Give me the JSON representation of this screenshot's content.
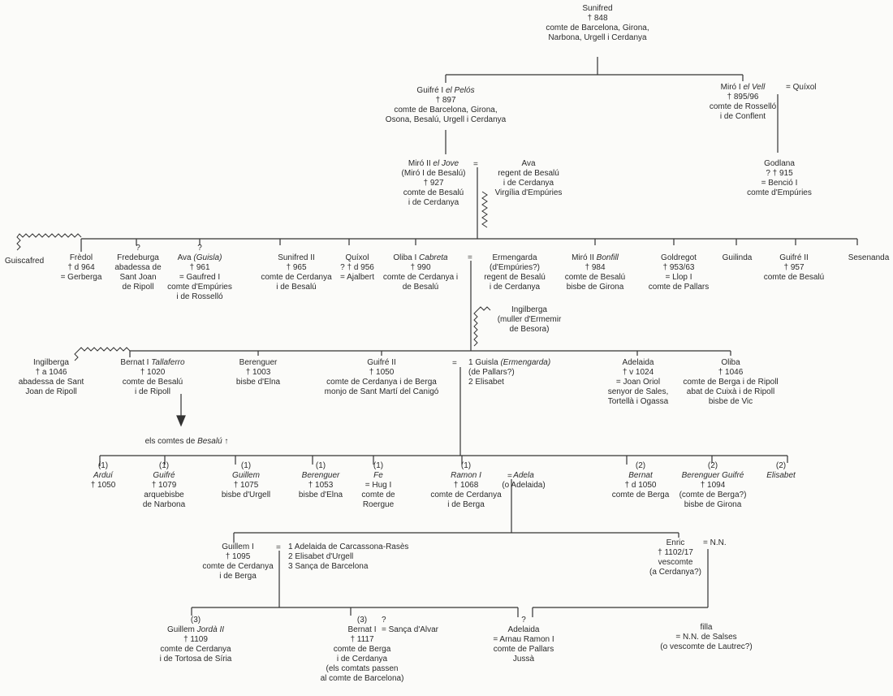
{
  "title": "Genealogy of the counts of Barcelona, Cerdanya and Besalú",
  "nodes": [
    {
      "id": "sunifred",
      "lines": [
        "Sunifred",
        "† 848",
        "comte de Barcelona, Girona,",
        "Narbona, Urgell i Cerdanya"
      ]
    },
    {
      "id": "guifre1",
      "lines": [
        [
          "Guifré I ",
          {
            "i": "el Pelós"
          }
        ],
        "† 897",
        "comte de Barcelona, Girona,",
        "Osona, Besalú, Urgell i Cerdanya"
      ]
    },
    {
      "id": "miro_vell",
      "lines": [
        [
          "Miró I ",
          {
            "i": "el Vell"
          }
        ],
        "† 895/96",
        "comte de Rosselló",
        "i de Conflent"
      ]
    },
    {
      "id": "quixol_spouse",
      "lines": [
        "= Quíxol"
      ]
    },
    {
      "id": "godlana",
      "lines": [
        "Godlana",
        "? † 915",
        "= Benció I",
        "comte d'Empúries"
      ]
    },
    {
      "id": "miro2",
      "lines": [
        [
          "Miró II ",
          {
            "i": "el Jove"
          }
        ],
        "(Miró I de Besalú)",
        "† 927",
        "comte de Besalú",
        "i de Cerdanya"
      ]
    },
    {
      "id": "ava_regent",
      "lines": [
        "Ava",
        "regent de Besalú",
        "i de Cerdanya",
        "Virgília d'Empúries"
      ]
    },
    {
      "id": "guiscafred",
      "lines": [
        "Guiscafred"
      ]
    },
    {
      "id": "fredol",
      "lines": [
        "Frèdol",
        "† d 964",
        "= Gerberga"
      ]
    },
    {
      "id": "fredeburga",
      "lines": [
        "?",
        "Fredeburga",
        "abadessa de",
        "Sant Joan",
        "de Ripoll"
      ]
    },
    {
      "id": "ava_guisla",
      "lines": [
        "?",
        [
          "Ava ",
          {
            "i": "(Guisla)"
          }
        ],
        "† 961",
        "= Gaufred I",
        "comte d'Empúries",
        "i de Rosselló"
      ]
    },
    {
      "id": "sunifred2",
      "lines": [
        "Sunifred II",
        "† 965",
        "comte de Cerdanya",
        "i de Besalú"
      ]
    },
    {
      "id": "quixol",
      "lines": [
        "Quíxol",
        "? † d 956",
        "= Ajalbert"
      ]
    },
    {
      "id": "oliba1",
      "lines": [
        [
          "Oliba I ",
          {
            "i": "Cabreta"
          }
        ],
        "† 990",
        "comte de Cerdanya i",
        "de Besalú"
      ]
    },
    {
      "id": "ermengarda",
      "lines": [
        "Ermengarda",
        "(d'Empúries?)",
        "regent de Besalú",
        "i de Cerdanya"
      ]
    },
    {
      "id": "ingilberga_besora",
      "lines": [
        "Ingilberga",
        "(muller d'Ermemir",
        "de Besora)"
      ]
    },
    {
      "id": "miro_bonfill",
      "lines": [
        [
          "Miró II ",
          {
            "i": "Bonfill"
          }
        ],
        "† 984",
        "comte de Besalú",
        "bisbe de Girona"
      ]
    },
    {
      "id": "goldregot",
      "lines": [
        "Goldregot",
        "† 953/63",
        "= Llop I",
        "comte de Pallars"
      ]
    },
    {
      "id": "guilinda",
      "lines": [
        "Guilinda"
      ]
    },
    {
      "id": "guifre2_besalu",
      "lines": [
        "Guifré II",
        "† 957",
        "comte de Besalú"
      ]
    },
    {
      "id": "sesenanda",
      "lines": [
        "Sesenanda"
      ]
    },
    {
      "id": "ingilberga",
      "lines": [
        "Ingilberga",
        "† a 1046",
        "abadessa de Sant",
        "Joan de Ripoll"
      ]
    },
    {
      "id": "bernat_tallaferro",
      "lines": [
        [
          "Bernat I ",
          {
            "i": "Tallaferro"
          }
        ],
        "† 1020",
        "comte de Besalú",
        "i de Ripoll"
      ]
    },
    {
      "id": "berenguer_elna",
      "lines": [
        "Berenguer",
        "† 1003",
        "bisbe d'Elna"
      ]
    },
    {
      "id": "guifre2_cerdanya",
      "lines": [
        "Guifré II",
        "† 1050",
        "comte de Cerdanya i de Berga",
        "monjo de Sant Martí del Canigó"
      ]
    },
    {
      "id": "guisla",
      "lines": [
        [
          "1 Guisla ",
          {
            "i": "(Ermengarda)"
          }
        ],
        "   (de Pallars?)",
        "2 Elisabet"
      ]
    },
    {
      "id": "adelaida_1024",
      "lines": [
        "Adelaida",
        "† v 1024",
        "= Joan Oriol",
        "senyor de Sales,",
        "Tortellà i Ogassa"
      ]
    },
    {
      "id": "oliba_abat",
      "lines": [
        "Oliba",
        "† 1046",
        "comte de Berga i de Ripoll",
        "abat de Cuixà i de Ripoll",
        "bisbe de Vic"
      ]
    },
    {
      "id": "comtes_besalu",
      "lines": [
        [
          "els comtes de ",
          {
            "i": "Besalú"
          },
          " ↑"
        ]
      ]
    },
    {
      "id": "ardui",
      "lines": [
        "(1)",
        [
          {
            "i": "Arduí"
          }
        ],
        "† 1050"
      ]
    },
    {
      "id": "guifre_narbona",
      "lines": [
        "(1)",
        [
          {
            "i": "Guifré"
          }
        ],
        "† 1079",
        "arquebisbe",
        "de Narbona"
      ]
    },
    {
      "id": "guillem_urgell",
      "lines": [
        "(1)",
        [
          {
            "i": "Guillem"
          }
        ],
        "† 1075",
        "bisbe d'Urgell"
      ]
    },
    {
      "id": "berenguer_1053",
      "lines": [
        "(1)",
        [
          {
            "i": "Berenguer"
          }
        ],
        "† 1053",
        "bisbe d'Elna"
      ]
    },
    {
      "id": "fe",
      "lines": [
        "(1)",
        [
          {
            "i": "Fe"
          }
        ],
        "= Hug I",
        "comte de",
        "Roergue"
      ]
    },
    {
      "id": "ramon1",
      "lines": [
        "(1)",
        [
          {
            "i": "Ramon I"
          }
        ],
        "† 1068",
        "comte de Cerdanya",
        "i de Berga"
      ]
    },
    {
      "id": "adela",
      "lines": [
        [
          {
            "i": "Adela"
          }
        ],
        "(o Adelaida)"
      ]
    },
    {
      "id": "bernat_berga",
      "lines": [
        "(2)",
        [
          {
            "i": "Bernat"
          }
        ],
        "† d 1050",
        "comte de Berga"
      ]
    },
    {
      "id": "berenguer_guifre",
      "lines": [
        "(2)",
        [
          {
            "i": "Berenguer Guifré"
          }
        ],
        "† 1094",
        "(comte de Berga?)",
        "bisbe de Girona"
      ]
    },
    {
      "id": "elisabet",
      "lines": [
        "(2)",
        [
          {
            "i": "Elisabet"
          }
        ]
      ]
    },
    {
      "id": "guillem1",
      "lines": [
        "Guillem I",
        "† 1095",
        "comte de Cerdanya",
        "i de Berga"
      ]
    },
    {
      "id": "guillem1_spouses",
      "lines": [
        "1 Adelaida de Carcassona-Rasès",
        "2 Elisabet d'Urgell",
        "3 Sança de Barcelona"
      ]
    },
    {
      "id": "enric",
      "lines": [
        "Enric",
        "† 1102/17",
        "vescomte",
        "(a Cerdanya?)"
      ]
    },
    {
      "id": "nn",
      "lines": [
        "= N.N."
      ]
    },
    {
      "id": "guillem_jorda",
      "lines": [
        "(3)",
        [
          "Guillem ",
          {
            "i": "Jordà II"
          }
        ],
        "† 1109",
        "comte de Cerdanya",
        "i de Tortosa de Síria"
      ]
    },
    {
      "id": "bernat1_berga",
      "lines": [
        "(3)",
        "Bernat I",
        "† 1117",
        "comte de Berga",
        "i de Cerdanya",
        "(els comtats passen",
        "al comte de Barcelona)"
      ]
    },
    {
      "id": "sanca_alvar",
      "lines": [
        "?",
        "= Sança d'Alvar"
      ]
    },
    {
      "id": "adelaida_pallars",
      "lines": [
        "?",
        "Adelaida",
        "= Arnau Ramon I",
        "comte de Pallars",
        "Jussà"
      ]
    },
    {
      "id": "filla",
      "lines": [
        "filla",
        "= N.N. de Salses",
        "(o vescomte de Lautrec?)"
      ]
    }
  ]
}
